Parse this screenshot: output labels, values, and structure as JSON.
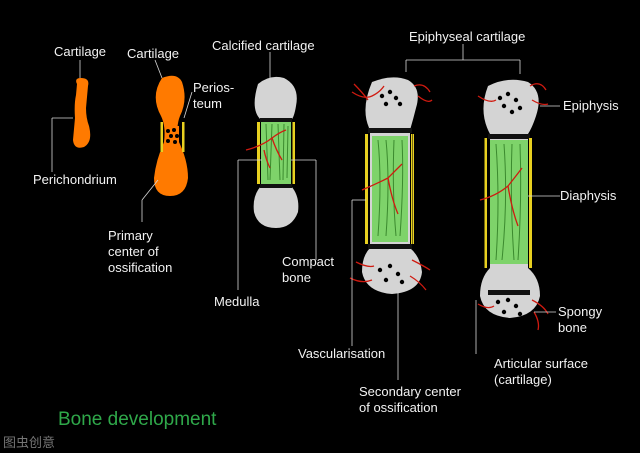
{
  "title": "Bone development",
  "watermark": "图虫创意",
  "labels": {
    "cartilage_1": "Cartilage",
    "cartilage_2": "Cartilage",
    "calcified_cartilage": "Calcified cartilage",
    "epiphyseal_cartilage": "Epiphyseal cartilage",
    "periosteum": "Perios-\nteum",
    "perichondrium": "Perichondrium",
    "primary_center": "Primary\ncenter of\nossification",
    "compact_bone": "Compact\nbone",
    "medulla": "Medulla",
    "vascularisation": "Vascularisation",
    "secondary_center": "Secondary center\nof ossification",
    "epiphysis": "Epiphysis",
    "diaphysis": "Diaphysis",
    "spongy_bone": "Spongy\nbone",
    "articular_surface": "Articular surface\n(cartilage)"
  },
  "colors": {
    "background": "#000000",
    "cartilage": "#ff7a00",
    "bone": "#d4d4d4",
    "medulla": "#7ed36a",
    "vessel": "#d01a10",
    "periosteum": "#e8d020",
    "title": "#2fa84a"
  }
}
